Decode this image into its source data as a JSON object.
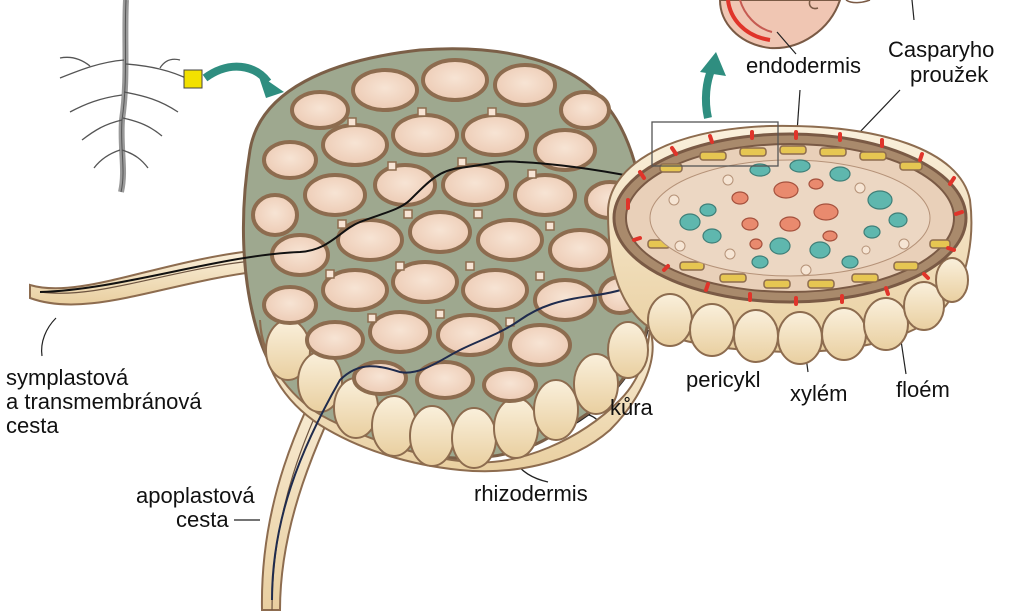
{
  "labels": {
    "endodermis": "endodermis",
    "casparyho": "Casparyho",
    "prouzek": "proužek",
    "symplastova_1": "symplastová",
    "symplastova_2": "a transmembránová",
    "symplastova_3": "cesta",
    "apoplastova_1": "apoplastová",
    "apoplastova_2": "cesta",
    "kura": "kůra",
    "rhizodermis": "rhizodermis",
    "pericykl": "pericykl",
    "xylem": "xylém",
    "floem": "floém"
  },
  "colors": {
    "cell_fill": "#f3d6c3",
    "cell_wall": "#8d6c4f",
    "intercellular": "#8f9e88",
    "epidermis": "#f4e3c2",
    "casparian_strip": "#e0342a",
    "xylem": "#e98a6e",
    "phloem": "#5fb7ae",
    "pericycle": "#e6c652",
    "arrow_teal": "#2f8e80"
  }
}
